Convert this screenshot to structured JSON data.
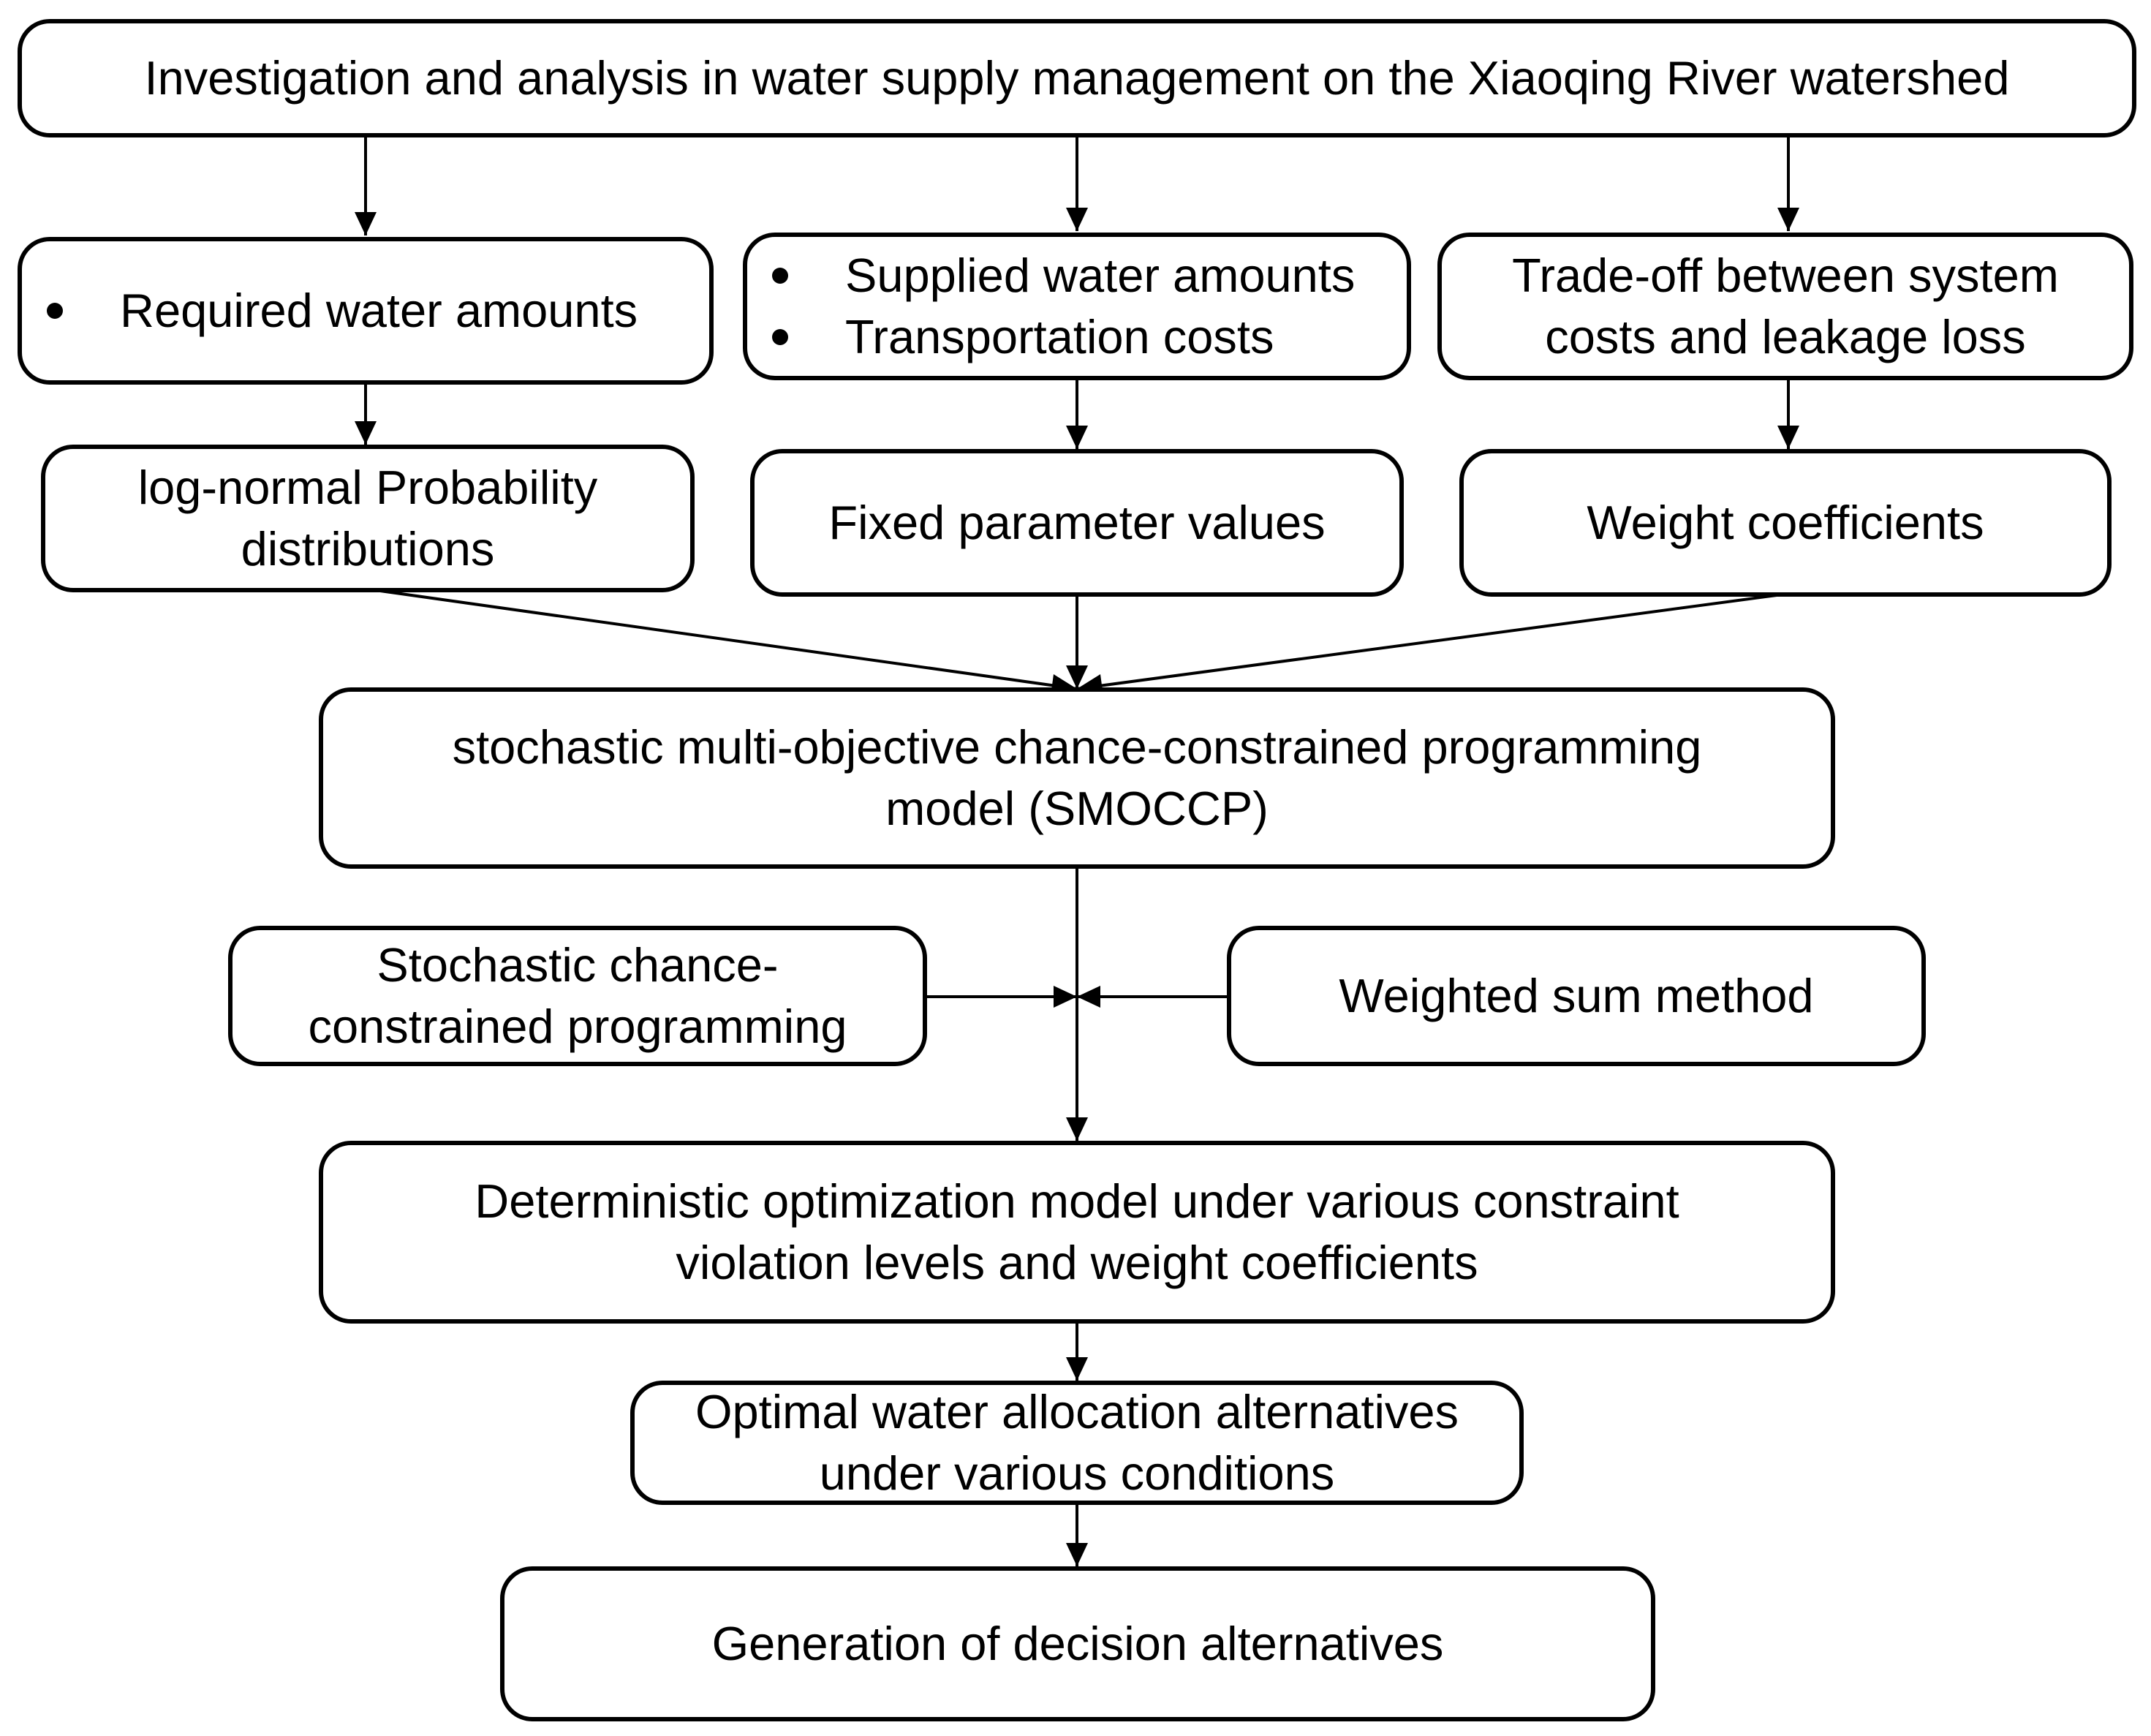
{
  "diagram": {
    "top": [
      "Investigation and analysis in water supply management on the Xiaoqing River watershed"
    ],
    "required": [
      "Required water amounts"
    ],
    "supplied": [
      "Supplied water amounts",
      "Transportation costs"
    ],
    "tradeoff": [
      "Trade-off between system",
      "costs and leakage loss"
    ],
    "lognormal": [
      "log-normal Probability",
      "distributions"
    ],
    "fixed": [
      "Fixed parameter values"
    ],
    "weight": [
      "Weight coefficients"
    ],
    "smoccp": [
      "stochastic multi-objective chance-constrained programming",
      "model (SMOCCP)"
    ],
    "sccp": [
      "Stochastic chance-",
      "constrained programming"
    ],
    "wsm": [
      "Weighted sum method"
    ],
    "deterministic": [
      "Deterministic optimization model under various constraint",
      "violation levels and weight coefficients"
    ],
    "optimal": [
      "Optimal water allocation alternatives",
      "under various conditions"
    ],
    "generation": [
      "Generation of decision alternatives"
    ]
  }
}
